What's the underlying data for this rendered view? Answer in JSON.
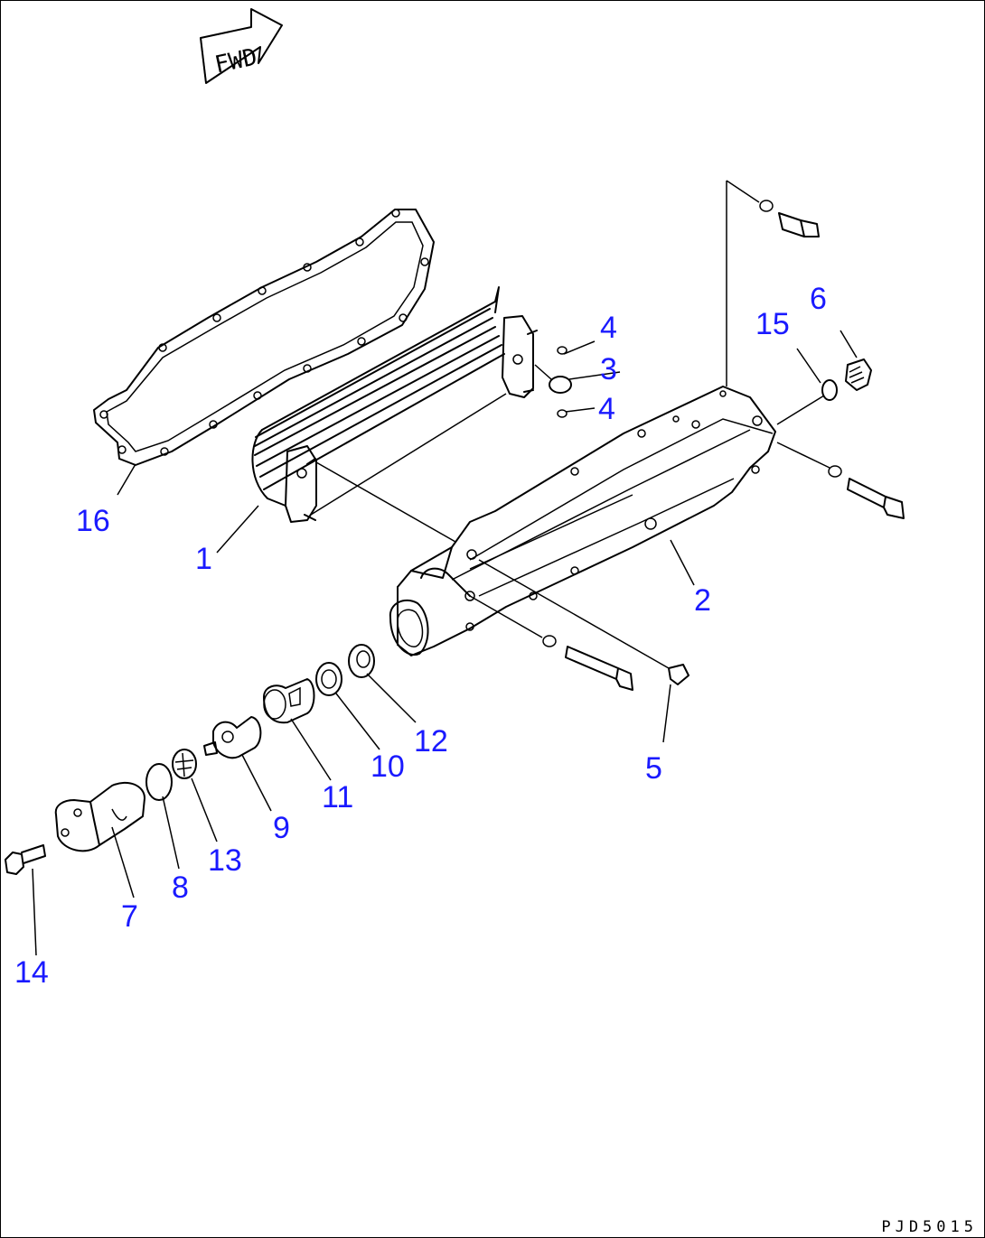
{
  "fwd_label": "FWD",
  "drawing_code": "PJD5015",
  "callouts": {
    "c1": "1",
    "c2": "2",
    "c3": "3",
    "c4a": "4",
    "c4b": "4",
    "c5": "5",
    "c6": "6",
    "c7": "7",
    "c8": "8",
    "c9": "9",
    "c10": "10",
    "c11": "11",
    "c12": "12",
    "c13": "13",
    "c14": "14",
    "c15": "15",
    "c16": "16"
  },
  "colors": {
    "callout": "#1a1aff",
    "line": "#000000"
  }
}
